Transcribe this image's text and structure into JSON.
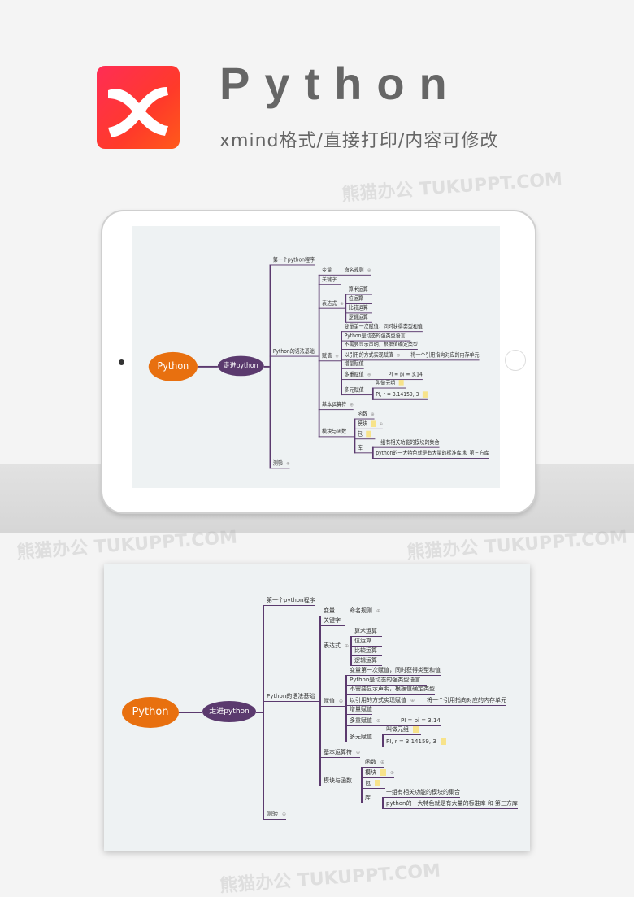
{
  "header": {
    "logo_letter": "X",
    "title": "Python",
    "subtitle": "xmind格式/直接打印/内容可修改"
  },
  "watermark": "熊猫办公 TUKUPPT.COM",
  "colors": {
    "root": "#e8700f",
    "sub": "#5b3a6e",
    "line": "#5b3a6e",
    "logo": "#ff2d55"
  },
  "mindmap": {
    "root": "Python",
    "center": "走进python",
    "nodes": {
      "first": "第一个python程序",
      "syntax": "Python的语法基础",
      "quiz": "测验",
      "variable": "变量",
      "naming": "命名规则",
      "keyword": "关键字",
      "expression": "表达式",
      "arith": "算术运算",
      "bit": "位运算",
      "compare": "比较运算",
      "logic": "逻辑运算",
      "assign": "赋值",
      "a1": "变量第一次赋值，同时获得类型和值",
      "a2": "Python是动态的强类型语言",
      "a3": "不需要显示声明，根据值确定类型",
      "a4": "以引用的方式实现赋值",
      "a4c": "将一个引用指向对应的内存单元",
      "a5": "增量赋值",
      "a6": "多重赋值",
      "a6c": "PI = pi = 3.14",
      "a7": "多元赋值",
      "a7c1": "叫做元组",
      "a7c2": "PI, r = 3.14159, 3",
      "operators": "基本运算符",
      "modfunc": "模块与函数",
      "func": "函数",
      "module": "模块",
      "package": "包",
      "lib": "库",
      "lib1": "一组有相关功能的模块的集合",
      "lib2": "python的一大特色就是有大量的标准库 和 第三方库"
    }
  }
}
